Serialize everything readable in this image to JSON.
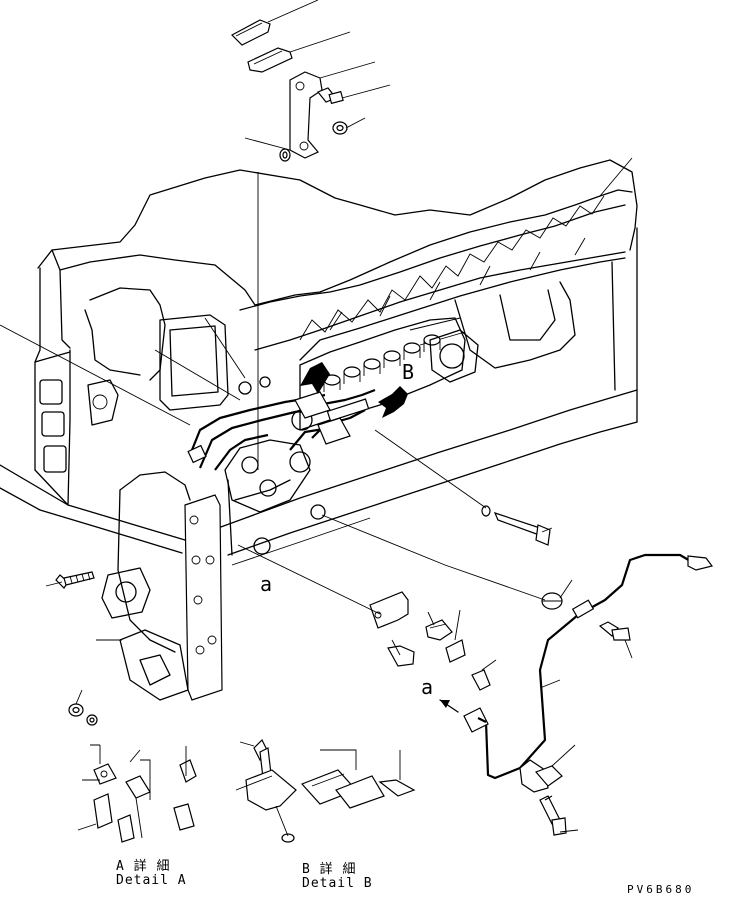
{
  "labels": {
    "view_a": "a",
    "view_b": "B",
    "arrow_a": "a",
    "detail_a_jp": "A 詳 細",
    "detail_a_en": "Detail A",
    "detail_b_jp": "B 詳 細",
    "detail_b_en": "Detail B",
    "drawing_code": "PV6B680"
  }
}
